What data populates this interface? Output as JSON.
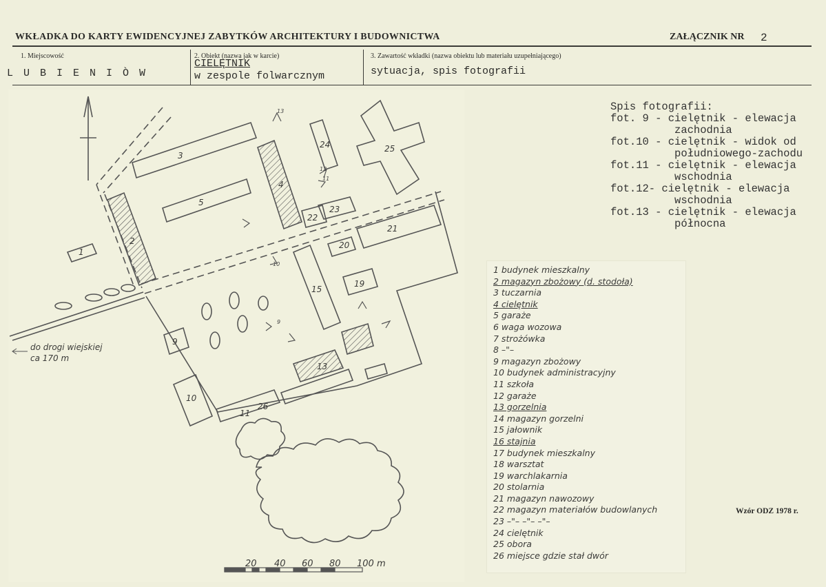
{
  "header": {
    "form_title": "WKŁADKA DO KARTY EWIDENCYJNEJ ZABYTKÓW ARCHITEKTURY I BUDOWNICTWA",
    "attachment_label": "ZAŁĄCZNIK NR",
    "attachment_number": "2"
  },
  "fields": {
    "locality_label": "1. Miejscowość",
    "locality_value": "L U B I E N I Ò W",
    "object_label": "2. Obiekt (nazwa jak w karcie)",
    "object_value_1": "CIELĘTNIK",
    "object_value_2": "w zespole folwarcznym",
    "content_label": "3. Zawartość wkładki (nazwa obiektu lub materiału uzupełniającego)",
    "content_value": "sytuacja, spis fotografii"
  },
  "photo_list": {
    "title": "Spis fotografii:",
    "lines": [
      "fot. 9 - cielętnik - elewacja",
      "          zachodnia",
      "fot.10 - cielętnik - widok od",
      "          południowego-zachodu",
      "fot.11 - cielętnik - elewacja",
      "          wschodnia",
      "fot.12- cielętnik - elewacja",
      "          wschodnia",
      "fot.13 - cielętnik - elewacja",
      "          północna"
    ]
  },
  "legend": [
    "1 budynek mieszkalny",
    "2 magazyn zbożowy (d. stodoła)",
    "3 tuczarnia",
    "4 cielętnik",
    "5 garaże",
    "6 waga wozowa",
    "7 strożówka",
    "8 –\"–",
    "9 magazyn zbożowy",
    "10 budynek administracyjny",
    "11 szkoła",
    "12 garaże",
    "13 gorzelnia",
    "14 magazyn gorzelni",
    "15 jałownik",
    "16 stajnia",
    "17 budynek mieszkalny",
    "18 warsztat",
    "19 warchlakarnia",
    "20 stolarnia",
    "21 magazyn nawozowy",
    "22 magazyn materiałów budowlanych",
    "23 –\"–       –\"–       –\"–",
    "24 cielętnik",
    "25 obora",
    "26 miejsce gdzie stał dwór"
  ],
  "map": {
    "road_label_1": "do drogi wiejskiej",
    "road_label_2": "ca 170 m",
    "scale_labels": [
      "20",
      "40",
      "60",
      "80",
      "100 m"
    ],
    "building_numbers": [
      "1",
      "2",
      "3",
      "4",
      "5",
      "9",
      "10",
      "11",
      "13",
      "15",
      "19",
      "20",
      "21",
      "22",
      "23",
      "24",
      "25",
      "26"
    ],
    "photo_points": [
      "9",
      "10",
      "11",
      "12",
      "13"
    ]
  },
  "footer": {
    "form_pattern": "Wzór ODZ 1978 r."
  }
}
